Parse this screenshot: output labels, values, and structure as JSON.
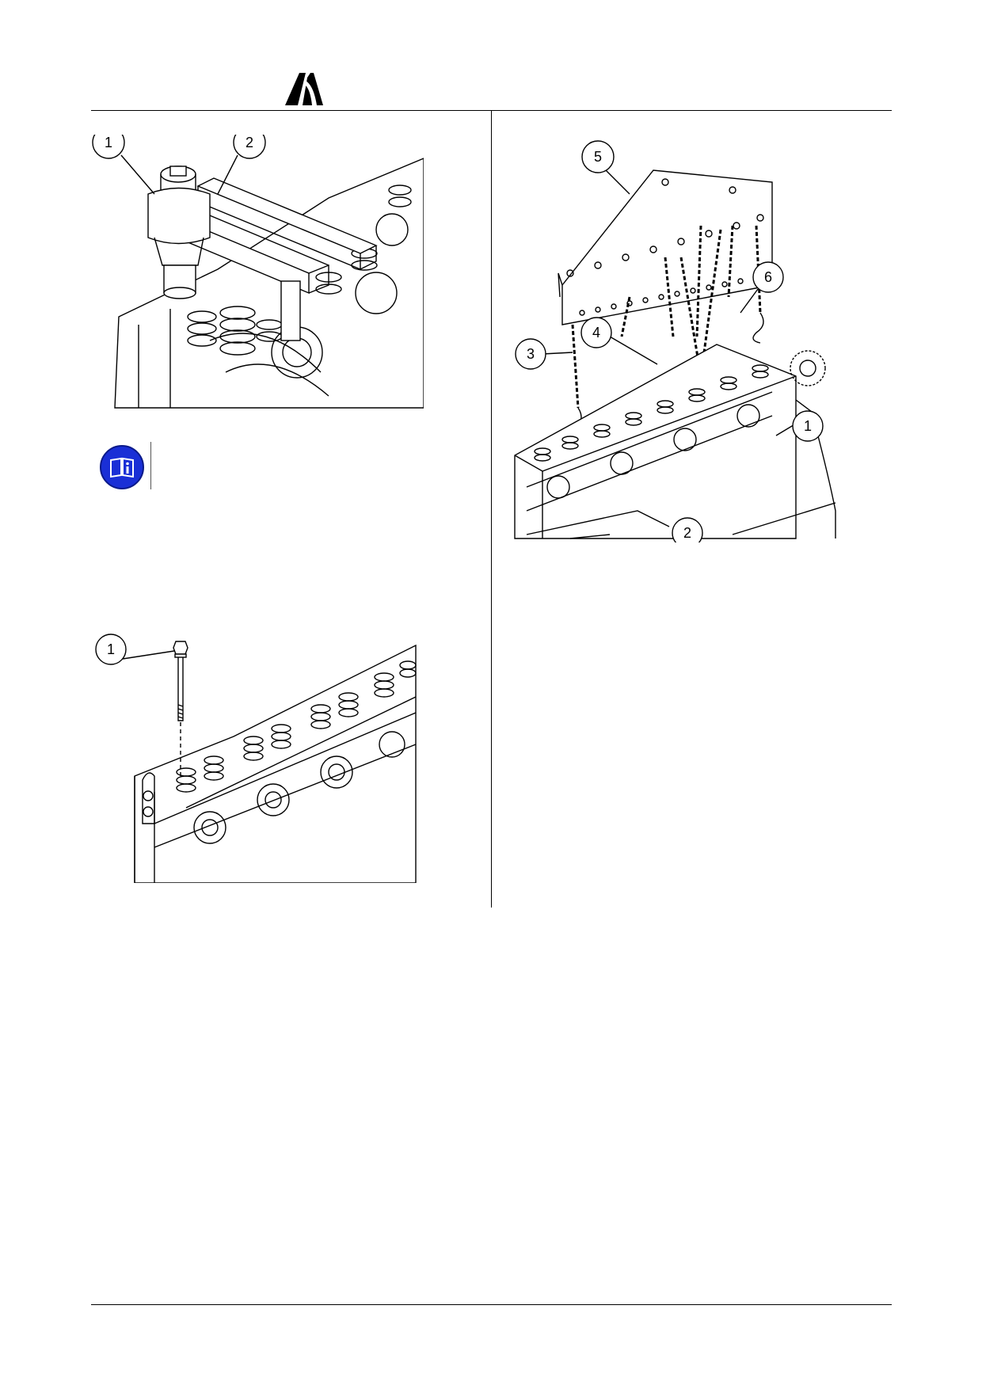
{
  "header": {
    "logo": "brand-logo"
  },
  "info_note": {
    "icon": "manual-info-icon"
  },
  "figures": {
    "fig1": {
      "callouts": [
        "1",
        "2"
      ]
    },
    "fig2": {
      "callouts": [
        "1"
      ]
    },
    "fig3": {
      "callouts": [
        "5",
        "6",
        "4",
        "3",
        "1",
        "2"
      ]
    }
  }
}
